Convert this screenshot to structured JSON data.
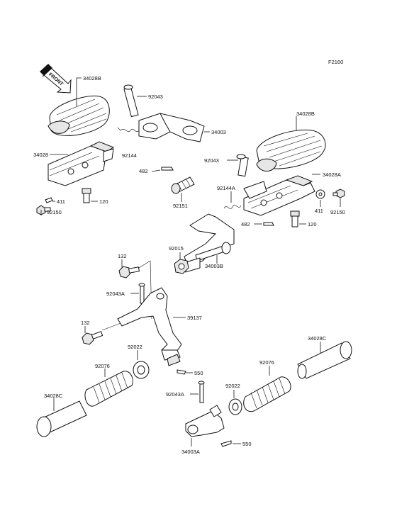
{
  "diagram": {
    "figure_code": "F2160",
    "front_label": "FRONT",
    "labels": {
      "l_34028B_a": "34028B",
      "l_92043_a": "92043",
      "l_34003": "34003",
      "l_92144": "92144",
      "l_482_a": "482",
      "l_92151": "92151",
      "l_34028": "34028",
      "l_411_a": "411",
      "l_120_a": "120",
      "l_92150_a": "92150",
      "l_34028B_b": "34028B",
      "l_92043_b": "92043",
      "l_34028A": "34028A",
      "l_92144A": "92144A",
      "l_411_b": "411",
      "l_92150_b": "92150",
      "l_482_b": "482",
      "l_120_b": "120",
      "l_92015": "92015",
      "l_34003B": "34003B",
      "l_132_a": "132",
      "l_92043A_a": "92043A",
      "l_39137": "39137",
      "l_132_b": "132",
      "l_92022_a": "92022",
      "l_550_a": "550",
      "l_92076_a": "92076",
      "l_34028C_a": "34028C",
      "l_34028C_b": "34028C",
      "l_92076_b": "92076",
      "l_92022_b": "92022",
      "l_92043A_b": "92043A",
      "l_34003A": "34003A",
      "l_550_b": "550"
    }
  }
}
